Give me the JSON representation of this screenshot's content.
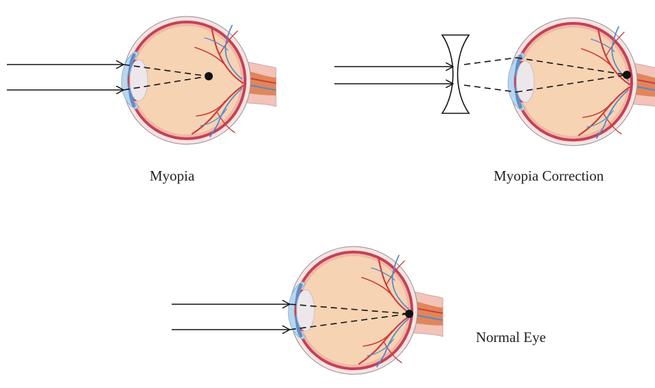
{
  "labels": {
    "myopia": "Myopia",
    "myopia_correction": "Myopia Correction",
    "normal_eye": "Normal Eye"
  },
  "colors": {
    "sclera": "#fbe2df",
    "choroid": "#c14057",
    "vitreous": "#f6d3b3",
    "cornea": "#bad6ee",
    "iris": "#5f8ec7",
    "vessel_red": "#cc3c3c",
    "vessel_blue": "#4f8ad0",
    "nerve": "#df8a58",
    "ray": "#111111"
  },
  "icons": [
    "eye-cross-section",
    "concave-lens",
    "focal-point-dot",
    "arrow-head"
  ]
}
